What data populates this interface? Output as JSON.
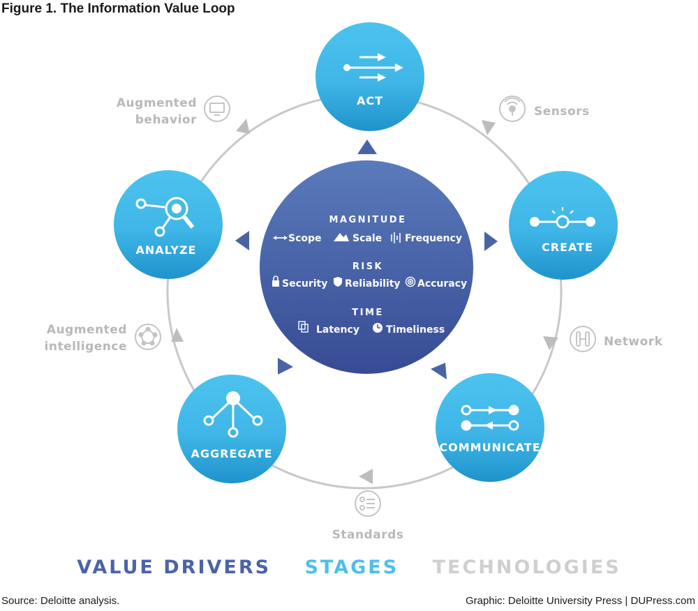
{
  "figure_title": "Figure 1. The Information Value Loop",
  "stages": {
    "act": "ACT",
    "create": "CREATE",
    "communicate": "COMMUNICATE",
    "aggregate": "AGGREGATE",
    "analyze": "ANALYZE"
  },
  "technologies": {
    "sensors": "Sensors",
    "network": "Network",
    "standards": "Standards",
    "augmented_intelligence": [
      "Augmented",
      "intelligence"
    ],
    "augmented_behavior": [
      "Augmented",
      "behavior"
    ]
  },
  "value_drivers": {
    "magnitude": {
      "heading": "MAGNITUDE",
      "items": [
        "Scope",
        "Scale",
        "Frequency"
      ]
    },
    "risk": {
      "heading": "RISK",
      "items": [
        "Security",
        "Reliability",
        "Accuracy"
      ]
    },
    "time": {
      "heading": "TIME",
      "items": [
        "Latency",
        "Timeliness"
      ]
    }
  },
  "legend": {
    "value_drivers": "VALUE DRIVERS",
    "stages": "STAGES",
    "technologies": "TECHNOLOGIES"
  },
  "footer": {
    "source": "Source: Deloitte analysis.",
    "credit": "Graphic: Deloitte University Press  |  DUPress.com"
  },
  "colors": {
    "stage_light": "#4cc3ee",
    "stage_dark": "#1e96cf",
    "hub_top": "#5577b8",
    "hub_bottom": "#3a4f97",
    "arrow_blue": "#4a63a8",
    "ring_gray": "#c8c8c8",
    "tech_gray": "#b8b8b8"
  }
}
